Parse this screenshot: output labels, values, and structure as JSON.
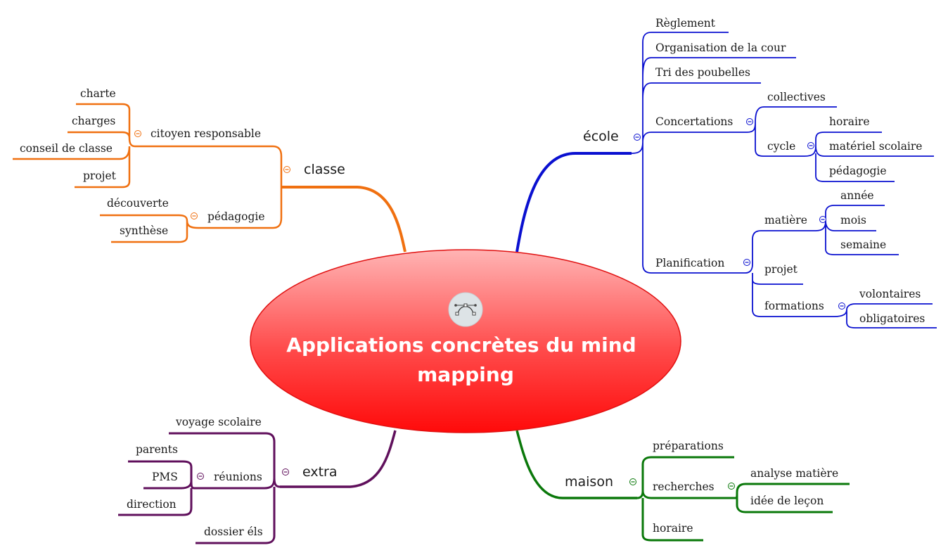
{
  "central": {
    "title_line1": "Applications concrètes du mind",
    "title_line2": "mapping",
    "icon": "bezier-curve-icon"
  },
  "colors": {
    "classe": "#f07010",
    "ecole": "#0a10d0",
    "extra": "#60105c",
    "maison": "#0a780a",
    "central_top": "#ffb0b0",
    "central_bottom": "#ff0a0a",
    "central_stroke": "#e01010"
  },
  "branches": {
    "classe": {
      "label": "classe",
      "citoyen": {
        "label": "citoyen responsable",
        "children": [
          "charte",
          "charges",
          "conseil de classe",
          "projet"
        ]
      },
      "pedagogie": {
        "label": "pédagogie",
        "children": [
          "découverte",
          "synthèse"
        ]
      }
    },
    "ecole": {
      "label": "école",
      "reglement": "Règlement",
      "organisation": "Organisation de la cour",
      "tri": "Tri des poubelles",
      "concertations": {
        "label": "Concertations",
        "collectives": "collectives",
        "cycle": {
          "label": "cycle",
          "children": [
            "horaire",
            "matériel scolaire",
            "pédagogie"
          ]
        }
      },
      "planification": {
        "label": "Planification",
        "matiere": {
          "label": "matière",
          "children": [
            "année",
            "mois",
            "semaine"
          ]
        },
        "projet": "projet",
        "formations": {
          "label": "formations",
          "children": [
            "volontaires",
            "obligatoires"
          ]
        }
      }
    },
    "extra": {
      "label": "extra",
      "voyage": "voyage scolaire",
      "reunions": {
        "label": "réunions",
        "children": [
          "parents",
          "PMS",
          "direction"
        ]
      },
      "dossier": "dossier éls"
    },
    "maison": {
      "label": "maison",
      "preparations": "préparations",
      "recherches": {
        "label": "recherches",
        "children": [
          "analyse matière",
          "idée de leçon"
        ]
      },
      "horaire": "horaire"
    }
  }
}
